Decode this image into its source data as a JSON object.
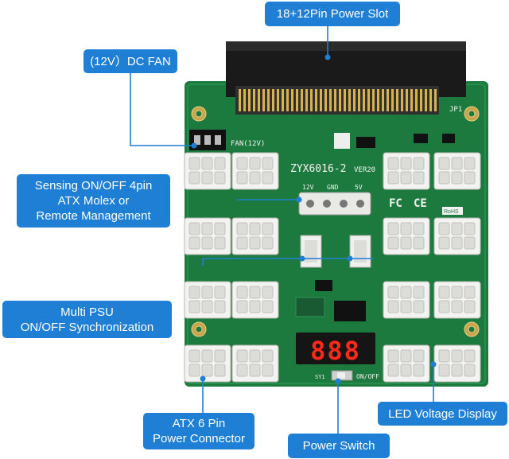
{
  "callouts": {
    "power_slot": "18+12Pin Power Slot",
    "dc_fan": "(12V）DC FAN",
    "sensing_line1": "Sensing ON/OFF 4pin",
    "sensing_line2": "ATX Molex or",
    "sensing_line3": "Remote Management",
    "multi_psu_line1": "Multi PSU",
    "multi_psu_line2": "ON/OFF Synchronization",
    "atx6_line1": "ATX 6 Pin",
    "atx6_line2": "Power Connector",
    "power_switch": "Power Switch",
    "led_display": "LED Voltage Display"
  },
  "board": {
    "model": "ZYX6016-2",
    "version": "VER20",
    "fan_label": "FAN(12V)",
    "molex_12v": "12V",
    "molex_gnd": "GND",
    "molex_5v": "5V",
    "jp1": "JP1",
    "on_off": "ON/OFF",
    "sy1": "SY1",
    "led_digits": "888",
    "rohs": "RoHS",
    "fc": "FC",
    "ce": "CE"
  },
  "colors": {
    "pcb": "#1d7a3e",
    "callout_box": "#1f7fd4",
    "slot": "#1a1a1a"
  }
}
